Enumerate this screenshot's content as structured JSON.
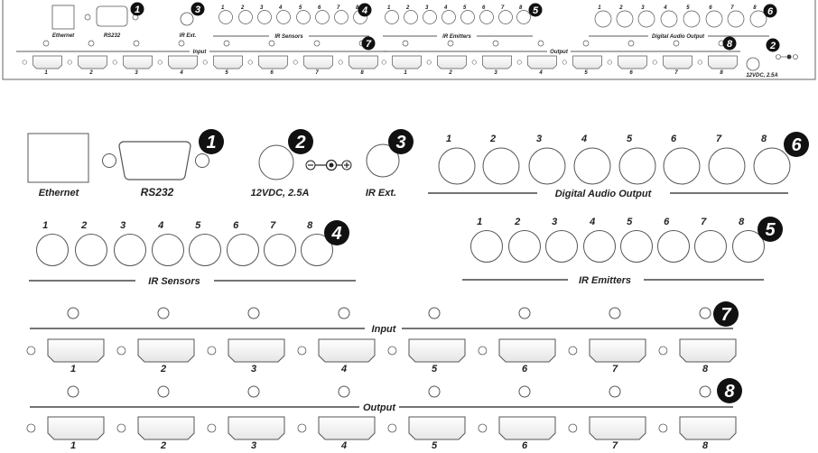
{
  "overview": {
    "ethernet": "Ethernet",
    "rs232": "RS232",
    "ir_ext": "IR Ext.",
    "ir_sensors": "IR Sensors",
    "ir_emitters": "IR Emitters",
    "digital_audio_output": "Digital Audio Output",
    "input": "Input",
    "output": "Output",
    "power": "12VDC, 2.5A"
  },
  "detail": {
    "ethernet": "Ethernet",
    "rs232": "RS232",
    "power": "12VDC, 2.5A",
    "ir_ext": "IR Ext.",
    "digital_audio_output": "Digital Audio Output",
    "ir_sensors": "IR Sensors",
    "ir_emitters": "IR Emitters",
    "input": "Input",
    "output": "Output"
  },
  "port_numbers": [
    "1",
    "2",
    "3",
    "4",
    "5",
    "6",
    "7",
    "8"
  ],
  "callouts": [
    "1",
    "2",
    "3",
    "4",
    "5",
    "6",
    "7",
    "8"
  ],
  "colors": {
    "line": "#222222",
    "badge": "#111111",
    "port_fill": "#ffffff"
  }
}
